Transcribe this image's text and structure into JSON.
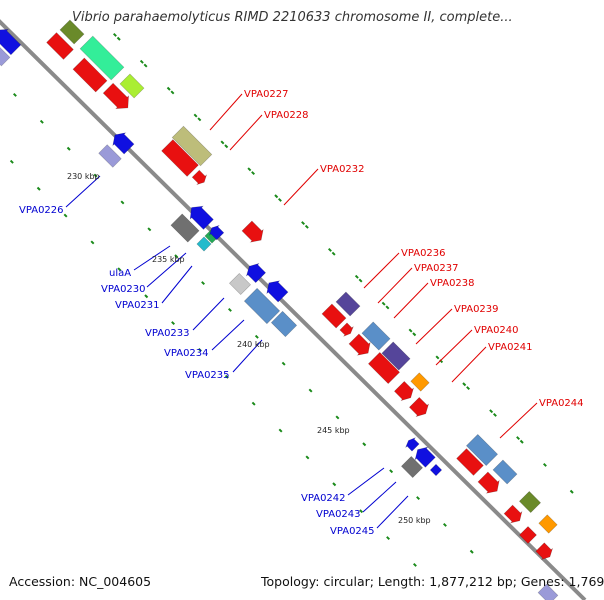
{
  "title": "Vibrio parahaemolyticus RIMD 2210633 chromosome II, complete...",
  "footer": {
    "accession": "Accession: NC_004605",
    "summary": "Topology: circular; Length: 1,877,212 bp; Genes: 1,769"
  },
  "scale_labels": [
    "230 kbp",
    "235 kbp",
    "240 kbp",
    "245 kbp",
    "250 kbp"
  ],
  "forward_labels": [
    "VPA0227",
    "VPA0228",
    "VPA0232",
    "VPA0236",
    "VPA0237",
    "VPA0238",
    "VPA0239",
    "VPA0240",
    "VPA0241",
    "VPA0244"
  ],
  "reverse_labels": [
    "VPA0226",
    "ulaA",
    "VPA0230",
    "VPA0231",
    "VPA0233",
    "VPA0234",
    "VPA0235",
    "VPA0242",
    "VPA0243",
    "VPA0245"
  ],
  "colors": {
    "backbone": "#8a8a8a",
    "tick": "#1a8a1a",
    "forward_gene": "#e81010",
    "reverse_gene": "#1010e0",
    "forward_label": "#e00000",
    "reverse_label": "#0000d0",
    "cog_olive": "#bdbd7a",
    "cog_purple": "#55459a",
    "cog_steelblue": "#5a8fc8",
    "cog_gray": "#707070",
    "cog_lightgray": "#c8c8c8",
    "cog_lavender": "#9a9ad8",
    "cog_orange": "#ff9900",
    "cog_mint": "#33ee99",
    "cog_lime": "#aaee33",
    "cog_teal": "#22bbcc",
    "cog_green": "#22aa55",
    "cog_darkolive": "#6a8a2a"
  }
}
